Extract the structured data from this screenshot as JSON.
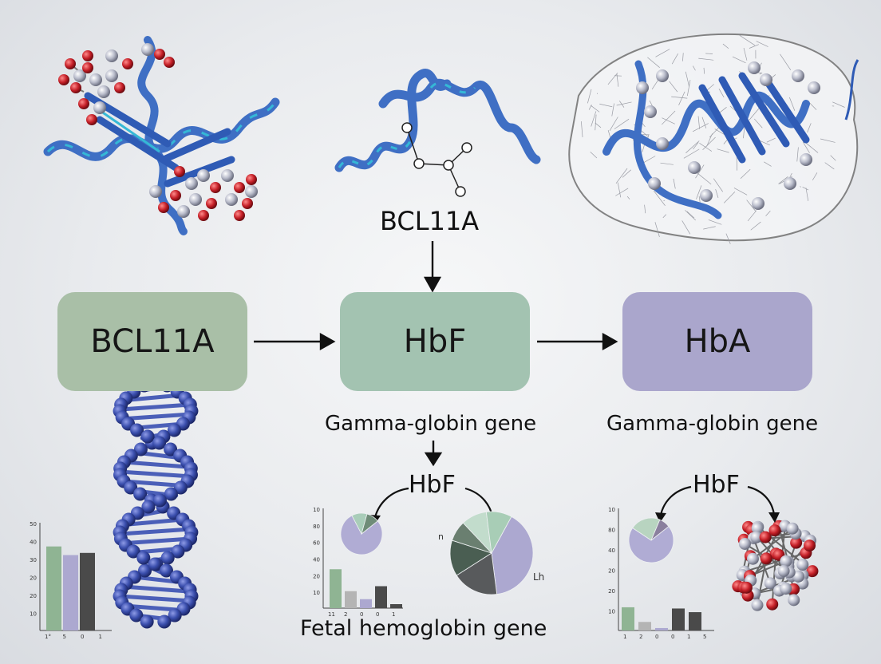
{
  "colors": {
    "box_bcl11a": "#a9bfa7",
    "box_hbf": "#a3c3b1",
    "box_hba": "#aaa6cc",
    "helix_blue": "#3f6fc4",
    "helix_cyan": "#35b8d6",
    "dna_blue": "#3b4fae",
    "atom_red": "#c4222a",
    "atom_grey": "#b9bccb",
    "bar_green": "#8fb493",
    "bar_lavender": "#aca8d0",
    "bar_dark": "#4a4a4a"
  },
  "labels": {
    "top_protein_label": "BCL11A",
    "box_left": "BCL11A",
    "box_center": "HbF",
    "box_right": "HbA",
    "center_gene": "Gamma-globin gene",
    "right_gene": "Gamma-globin gene",
    "center_hbf": "HbF",
    "right_hbf": "HbF",
    "bottom_caption": "Fetal hemoglobin gene",
    "pie_left_tag": "n",
    "pie_right_tag": "Lh"
  },
  "chart_data": [
    {
      "type": "bar",
      "yticks": [
        "50",
        "40",
        "30",
        "20",
        "20",
        "10"
      ],
      "ylabel": "",
      "categories": [
        "1°",
        "5",
        "0",
        "1"
      ],
      "values": [
        39,
        35,
        36
      ],
      "colors": [
        "#8fb493",
        "#aca8d0",
        "#4a4a4a"
      ]
    },
    {
      "type": "bar",
      "yticks": [
        "10",
        "80",
        "60",
        "40",
        "20",
        "10"
      ],
      "ylabel": "",
      "categories": [
        "11",
        "2",
        "0",
        "0",
        "1"
      ],
      "values": [
        39,
        17,
        9,
        22,
        4
      ],
      "colors": [
        "#8fb493",
        "#b4b4b4",
        "#aca8d0",
        "#4a4a4a",
        "#4a4a4a"
      ]
    },
    {
      "type": "bar",
      "yticks": [
        "10",
        "80",
        "40",
        "20",
        "20",
        "10"
      ],
      "ylabel": "",
      "categories": [
        "1",
        "2",
        "0",
        "0",
        "1",
        "5"
      ],
      "values": [
        19,
        7,
        2,
        18,
        15
      ],
      "colors": [
        "#8fb493",
        "#b4b4b4",
        "#aca8d0",
        "#4a4a4a",
        "#4a4a4a"
      ]
    },
    {
      "type": "pie",
      "values": [
        78,
        12,
        10
      ],
      "colors": [
        "#b0acd4",
        "#a9cdb9",
        "#6f8c78"
      ]
    },
    {
      "type": "pie",
      "values": [
        40,
        18,
        14,
        8,
        10,
        10
      ],
      "colors": [
        "#aca8d0",
        "#585a5c",
        "#4a5e52",
        "#6a7f70",
        "#c2dccc",
        "#a8cdb6"
      ]
    },
    {
      "type": "pie",
      "values": [
        70,
        22,
        8
      ],
      "colors": [
        "#b0acd4",
        "#b8d4c0",
        "#8a7f9e"
      ]
    }
  ]
}
